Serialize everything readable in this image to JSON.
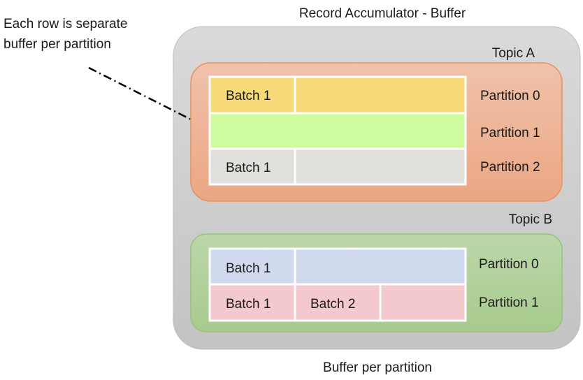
{
  "title": "Record Accumulator - Buffer",
  "footer": "Buffer per partition",
  "annotation": {
    "lines": [
      "Each row is separate",
      "buffer per partition"
    ]
  },
  "topics": [
    {
      "label": "Topic A",
      "fill": "#edb194",
      "border": "#e8915e",
      "rows": [
        {
          "partition": "Partition 0",
          "color": "#f8da7a",
          "batches": [
            "Batch 1"
          ]
        },
        {
          "partition": "Partition 1",
          "color": "#cdfb9d",
          "batches": []
        },
        {
          "partition": "Partition 2",
          "color": "#e0dfdb",
          "batches": [
            "Batch 1"
          ]
        }
      ]
    },
    {
      "label": "Topic B",
      "fill": "#b2d29e",
      "border": "#97c17c",
      "rows": [
        {
          "partition": "Partition 0",
          "color": "#d1d9ee",
          "batches": [
            "Batch 1"
          ]
        },
        {
          "partition": "Partition 1",
          "color": "#f4c9cd",
          "batches": [
            "Batch 1",
            "Batch 2"
          ]
        }
      ]
    }
  ]
}
